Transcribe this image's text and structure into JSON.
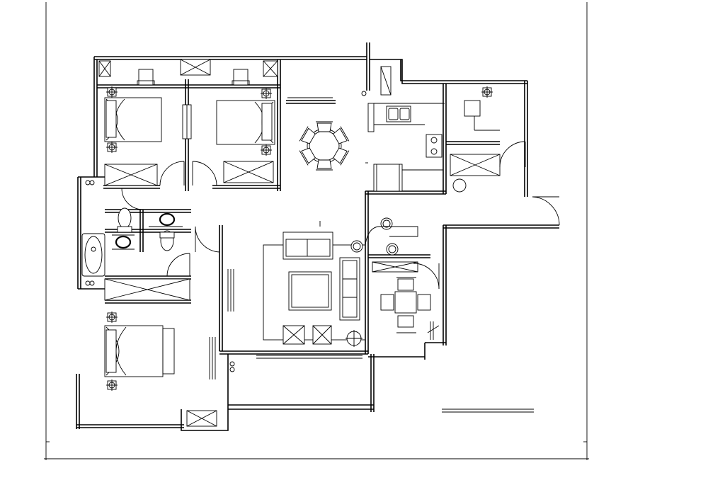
{
  "drawing": {
    "kind": "floor-plan",
    "text_labels": [],
    "rooms": [
      {
        "id": "bedroom-1",
        "furniture": [
          "bed",
          "nightstand",
          "nightstand",
          "wardrobe",
          "chair"
        ]
      },
      {
        "id": "bedroom-2",
        "furniture": [
          "bed",
          "nightstand",
          "nightstand",
          "wardrobe",
          "chair"
        ]
      },
      {
        "id": "master-bedroom",
        "furniture": [
          "bed",
          "nightstand",
          "nightstand",
          "wardrobe"
        ]
      },
      {
        "id": "bathroom",
        "furniture": [
          "bathtub",
          "toilet",
          "toilet",
          "sink",
          "sink"
        ]
      },
      {
        "id": "dining",
        "furniture": [
          "round-table",
          "chair",
          "chair",
          "chair",
          "chair",
          "chair",
          "chair"
        ]
      },
      {
        "id": "kitchen",
        "furniture": [
          "sink",
          "stove",
          "counter"
        ]
      },
      {
        "id": "living",
        "furniture": [
          "sofa",
          "sofa",
          "coffee-table",
          "armchair",
          "armchair",
          "side-table"
        ]
      },
      {
        "id": "study",
        "furniture": [
          "square-table",
          "chair",
          "chair",
          "chair",
          "chair",
          "desk",
          "wardrobe"
        ]
      },
      {
        "id": "balcony",
        "furniture": []
      }
    ]
  }
}
